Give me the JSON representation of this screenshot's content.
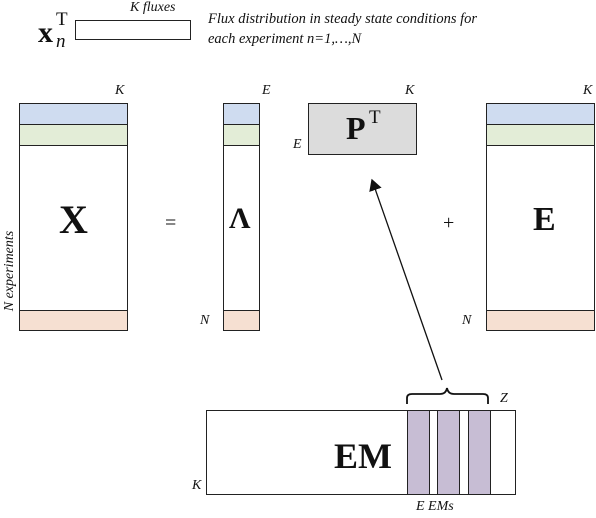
{
  "header": {
    "xn_base": "x",
    "xn_sub": "n",
    "xn_sup": "T",
    "k_fluxes": "K fluxes",
    "description_line1": "Flux distribution in steady state conditions for",
    "description_line2": "each experiment n=1,…,N"
  },
  "matrix_x": {
    "symbol": "X",
    "k_label": "K",
    "side_label": "N experiments"
  },
  "equals": "=",
  "matrix_lambda": {
    "symbol": "Λ",
    "e_label": "E",
    "n_label": "N"
  },
  "matrix_pt": {
    "base": "P",
    "sup": "T",
    "k_label": "K",
    "e_label": "E"
  },
  "plus": "+",
  "matrix_e": {
    "symbol": "E",
    "k_label": "K",
    "n_label": "N"
  },
  "matrix_em": {
    "symbol": "EM",
    "z_label": "Z",
    "k_label": "K",
    "e_ems_label": "E EMs"
  },
  "colors": {
    "band_blue": "#cfdcf0",
    "band_green": "#e3edd7",
    "band_peach": "#f6e0d2",
    "pt_fill": "#dcdcdc",
    "em_columns": "#c7bdd4"
  }
}
